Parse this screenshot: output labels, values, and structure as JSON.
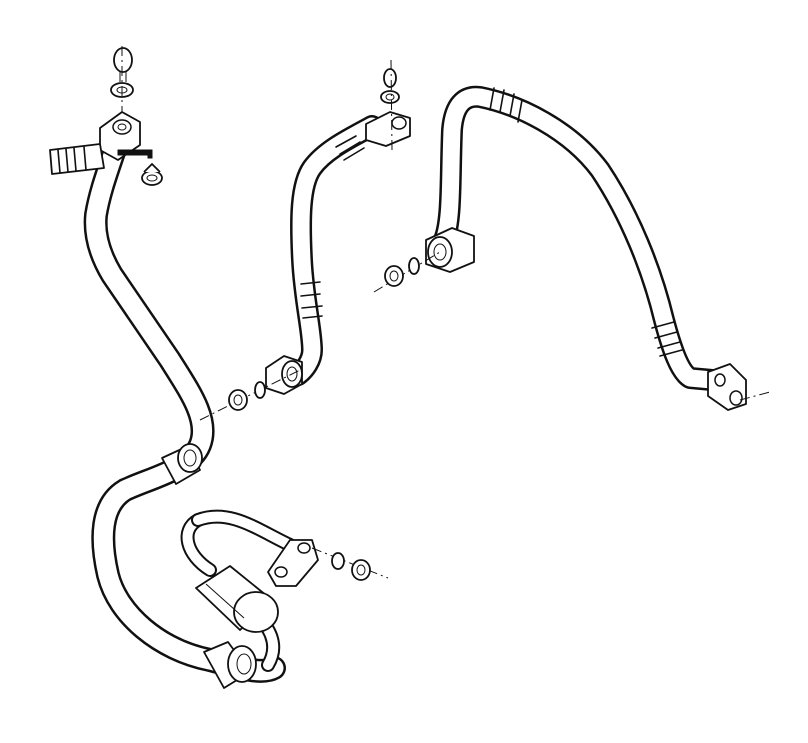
{
  "diagram": {
    "type": "exploded-parts-view",
    "style": "black line art on white background",
    "colors": {
      "background": "#ffffff",
      "line": "#111111"
    },
    "parts": [
      "suction-hose",
      "pressure-hose-middle",
      "pressure-hose-right",
      "quick-connector",
      "pipe-clip",
      "flange-bolt",
      "flange-washer",
      "o-ring",
      "sealing-washer",
      "bracket-flange",
      "muffler"
    ]
  }
}
